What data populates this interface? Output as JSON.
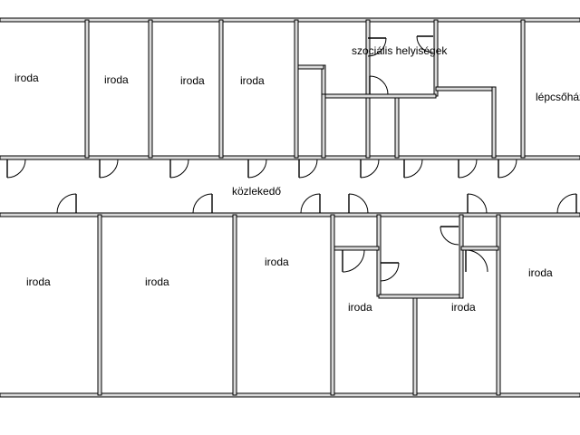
{
  "rooms": {
    "top_1": "iroda",
    "top_2": "iroda",
    "top_3": "iroda",
    "top_4": "iroda",
    "social": "szociális helyiségek",
    "stairs": "lépcsőház",
    "corridor": "közlekedő",
    "bottom_1": "iroda",
    "bottom_2": "iroda",
    "bottom_3": "iroda",
    "bottom_4": "iroda",
    "bottom_5": "iroda",
    "bottom_6": "iroda"
  }
}
